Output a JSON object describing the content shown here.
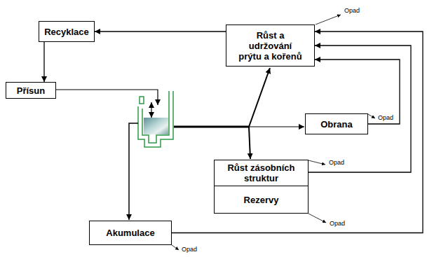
{
  "diagram": {
    "nodes": [
      {
        "text": [
          "Recyklace"
        ]
      },
      {
        "text": [
          "Růst a udržování prýtu a kořenů"
        ]
      },
      {
        "text": [
          "Přísun"
        ]
      },
      {
        "text": [
          "Obrana"
        ]
      },
      {
        "text": [
          "Růst zásobních struktur"
        ]
      },
      {
        "text": [
          "Rezervy"
        ]
      },
      {
        "text": [
          "Akumulace"
        ]
      }
    ],
    "edges": [
      {
        "from": 1,
        "to": 0,
        "arrow": "to"
      },
      {
        "from": 0,
        "to": 2,
        "arrow": "to"
      },
      {
        "from": 6,
        "to": 1,
        "arrow": "to"
      },
      {
        "from": 3,
        "to": 1,
        "arrow": "to"
      },
      {
        "from": 4,
        "to": 1,
        "arrow": "to"
      }
    ],
    "labels": [
      "Opad",
      "Opad",
      "Opad",
      "Opad",
      "Opad"
    ]
  }
}
